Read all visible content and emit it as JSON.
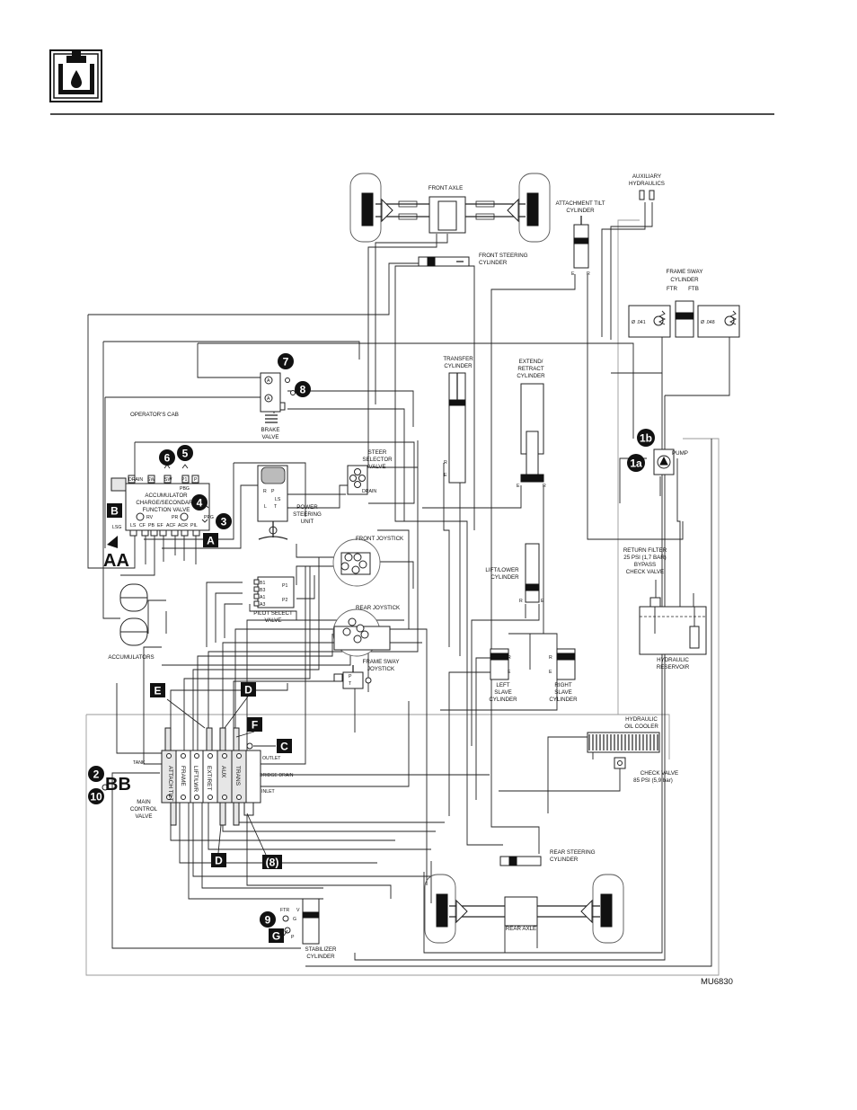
{
  "header": {
    "icon": "hydraulic-system-icon"
  },
  "drawing_code": "MU6830",
  "labels": {
    "front_axle": "FRONT  AXLE",
    "aux_hyd_1": "AUXILIARY",
    "aux_hyd_2": "HYDRAULICS",
    "att_tilt_1": "ATTACHMENT TILT",
    "att_tilt_2": "CYLINDER",
    "front_steer_1": "FRONT STEERING",
    "front_steer_2": "CYLINDER",
    "frame_sway_cyl_1": "FRAME SWAY",
    "frame_sway_cyl_2": "CYLINDER",
    "ftr": "FTR",
    "ftb": "FTB",
    "orifice_041": "Ø .041",
    "orifice_048": "Ø .048",
    "transfer_1": "TRANSFER",
    "transfer_2": "CYLINDER",
    "extend_1": "EXTEND/",
    "extend_2": "RETRACT",
    "extend_3": "CYLINDER",
    "operators_cab": "OPERATOR'S  CAB",
    "brake_1": "BRAKE",
    "brake_2": "VALVE",
    "pump": "PUMP",
    "steer_sel_1": "STEER",
    "steer_sel_2": "SELECTOR",
    "steer_sel_3": "VALVE",
    "drain": "DRAIN",
    "acc_valve_1": "ACCUMULATOR",
    "acc_valve_2": "CHARGE/SECONDARY",
    "acc_valve_3": "FUNCTION VALVE",
    "pow_steer_1": "POWER",
    "pow_steer_2": "STEERING",
    "pow_steer_3": "UNIT",
    "front_joystick": "FRONT JOYSTICK",
    "lift_lower_1": "LIFT/LOWER",
    "lift_lower_2": "CYLINDER",
    "return_filter_1": "RETURN FILTER",
    "return_filter_2": "25 PSI (1,7 BAR)",
    "return_filter_3": "BYPASS",
    "return_filter_4": "CHECK VALVE",
    "pilot_select_1": "PILOT SELECT",
    "pilot_select_2": "VALVE",
    "rear_joystick": "REAR JOYSTICK",
    "hyd_res_1": "HYDRAULIC",
    "hyd_res_2": "RESERVOIR",
    "accumulators": "ACCUMULATORS",
    "frame_sway_joy_1": "FRAME SWAY",
    "frame_sway_joy_2": "JOYSTICK",
    "left_slave_1": "LEFT",
    "left_slave_2": "SLAVE",
    "left_slave_3": "CYLINDER",
    "right_slave_1": "RIGHT",
    "right_slave_2": "SLAVE",
    "right_slave_3": "CYLINDER",
    "oil_cooler_1": "HYDRAULIC",
    "oil_cooler_2": "OIL  COOLER",
    "check_valve_1": "CHECK VALVE",
    "check_valve_2": "85 PSI (5,9 bar)",
    "tank": "TANK",
    "outlet": "OUTLET",
    "bridge_drain": "BRIDGE DRAIN",
    "inlet": "INLET",
    "main_cv_1": "MAIN",
    "main_cv_2": "CONTROL",
    "main_cv_3": "VALVE",
    "rear_steer_1": "REAR STEERING",
    "rear_steer_2": "CYLINDER",
    "rear_axle": "REAR  AXLE",
    "stab_1": "STABILIZER",
    "stab_2": "CYLINDER",
    "drain_p": "DRAIN",
    "sw1": "SW",
    "sw2": "SW",
    "p1": "P1",
    "p": "P",
    "ls": "LS",
    "cf": "CF",
    "pb": "PB",
    "ef": "EF",
    "acf": "ACF",
    "acr": "ACR",
    "pl": "PIL",
    "lsg": "LSG",
    "rv": "RV",
    "pr": "PR",
    "pbg": "PBG",
    "ppg": "PPG",
    "e": "E",
    "r": "R",
    "v": "V",
    "g": "G",
    "pt": "P",
    "t": "T",
    "b1": "B1",
    "b3": "B3",
    "a1": "A1",
    "a3": "A3",
    "pp1": "P1",
    "pp2": "P2",
    "attach_tilt": "ATTACH TILT",
    "frame_sec": "FRAME",
    "lift_lwr": "LIFT/LWR",
    "ext_ret": "EXT/RET",
    "aux": "AUX",
    "trans": "TRANS"
  },
  "callouts": {
    "c1a": "1a",
    "c1b": "1b",
    "c2": "2",
    "c3": "3",
    "c4": "4",
    "c5": "5",
    "c6": "6",
    "c7": "7",
    "c8": "8",
    "c9": "9",
    "c10": "10",
    "ca": "A",
    "cb": "B",
    "cc": "C",
    "cd1": "D",
    "cd2": "D",
    "ce": "E",
    "cf": "F",
    "cg": "G",
    "c8p": "(8)",
    "aa": "AA",
    "bb": "BB"
  }
}
